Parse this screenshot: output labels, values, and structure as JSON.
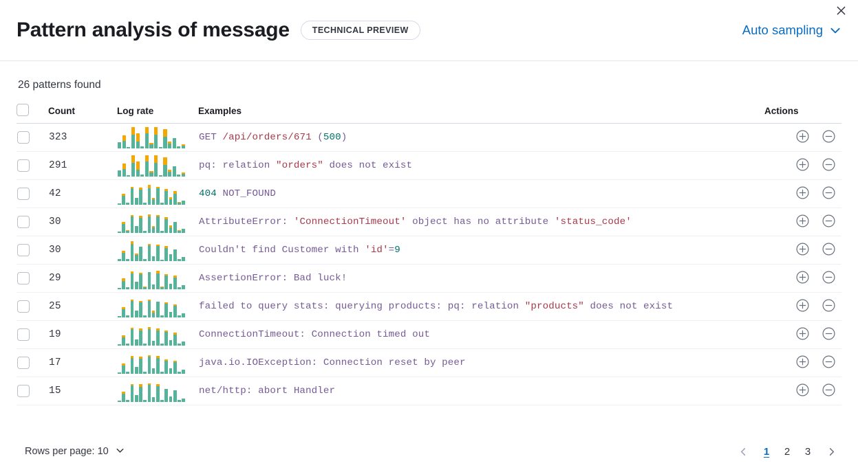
{
  "header": {
    "title": "Pattern analysis of message",
    "badge": "TECHNICAL PREVIEW",
    "sampling_label": "Auto sampling",
    "sampling_icon": "chevron-down-icon",
    "close_icon": "close-icon"
  },
  "summary": {
    "patterns_found": "26 patterns found"
  },
  "table": {
    "columns": {
      "select": "",
      "count": "Count",
      "log_rate": "Log rate",
      "examples": "Examples",
      "actions": "Actions"
    },
    "action_icons": {
      "filter_for": "circle-plus-icon",
      "filter_out": "circle-minus-icon"
    },
    "rows": [
      {
        "count": "323",
        "example_plain": "GET /api/orders/671 (500)",
        "example_tokens": [
          {
            "t": "GET ",
            "c": "key"
          },
          {
            "t": "/api/orders/671",
            "c": "str"
          },
          {
            "t": " (",
            "c": "key"
          },
          {
            "t": "500",
            "c": "num"
          },
          {
            "t": ")",
            "c": "key"
          }
        ],
        "spark": [
          {
            "b": 28,
            "t": 0
          },
          {
            "b": 34,
            "t": 26
          },
          {
            "b": 6,
            "t": 0
          },
          {
            "b": 62,
            "t": 36
          },
          {
            "b": 30,
            "t": 38
          },
          {
            "b": 8,
            "t": 0
          },
          {
            "b": 68,
            "t": 30
          },
          {
            "b": 18,
            "t": 8
          },
          {
            "b": 64,
            "t": 34
          },
          {
            "b": 6,
            "t": 0
          },
          {
            "b": 52,
            "t": 36
          },
          {
            "b": 22,
            "t": 10
          },
          {
            "b": 46,
            "t": 0
          },
          {
            "b": 10,
            "t": 0
          },
          {
            "b": 14,
            "t": 6
          }
        ]
      },
      {
        "count": "291",
        "example_plain": "pq: relation \"orders\" does not exist",
        "example_tokens": [
          {
            "t": "pq: relation ",
            "c": "key"
          },
          {
            "t": "\"orders\"",
            "c": "str"
          },
          {
            "t": " does not exist",
            "c": "key"
          }
        ],
        "spark": [
          {
            "b": 28,
            "t": 0
          },
          {
            "b": 34,
            "t": 26
          },
          {
            "b": 6,
            "t": 0
          },
          {
            "b": 62,
            "t": 36
          },
          {
            "b": 30,
            "t": 38
          },
          {
            "b": 8,
            "t": 0
          },
          {
            "b": 68,
            "t": 30
          },
          {
            "b": 18,
            "t": 8
          },
          {
            "b": 64,
            "t": 34
          },
          {
            "b": 6,
            "t": 0
          },
          {
            "b": 52,
            "t": 36
          },
          {
            "b": 22,
            "t": 10
          },
          {
            "b": 46,
            "t": 0
          },
          {
            "b": 10,
            "t": 0
          },
          {
            "b": 14,
            "t": 6
          }
        ]
      },
      {
        "count": "42",
        "example_plain": "404 NOT_FOUND",
        "example_tokens": [
          {
            "t": "404",
            "c": "num"
          },
          {
            "t": " NOT_FOUND",
            "c": "key"
          }
        ],
        "spark": [
          {
            "b": 6,
            "t": 0
          },
          {
            "b": 40,
            "t": 10
          },
          {
            "b": 8,
            "t": 0
          },
          {
            "b": 74,
            "t": 8
          },
          {
            "b": 32,
            "t": 0
          },
          {
            "b": 70,
            "t": 8
          },
          {
            "b": 10,
            "t": 0
          },
          {
            "b": 76,
            "t": 14
          },
          {
            "b": 24,
            "t": 8
          },
          {
            "b": 74,
            "t": 8
          },
          {
            "b": 8,
            "t": 0
          },
          {
            "b": 64,
            "t": 8
          },
          {
            "b": 26,
            "t": 10
          },
          {
            "b": 50,
            "t": 12
          },
          {
            "b": 10,
            "t": 4
          },
          {
            "b": 18,
            "t": 0
          }
        ]
      },
      {
        "count": "30",
        "example_plain": "AttributeError: 'ConnectionTimeout' object has no attribute 'status_code'",
        "example_tokens": [
          {
            "t": "AttributeError: ",
            "c": "key"
          },
          {
            "t": "'ConnectionTimeout'",
            "c": "str"
          },
          {
            "t": " object has no attribute ",
            "c": "key"
          },
          {
            "t": "'status_code'",
            "c": "str"
          }
        ],
        "spark": [
          {
            "b": 6,
            "t": 0
          },
          {
            "b": 40,
            "t": 10
          },
          {
            "b": 8,
            "t": 4
          },
          {
            "b": 74,
            "t": 8
          },
          {
            "b": 32,
            "t": 0
          },
          {
            "b": 70,
            "t": 8
          },
          {
            "b": 10,
            "t": 0
          },
          {
            "b": 76,
            "t": 10
          },
          {
            "b": 24,
            "t": 8
          },
          {
            "b": 74,
            "t": 6
          },
          {
            "b": 8,
            "t": 0
          },
          {
            "b": 64,
            "t": 8
          },
          {
            "b": 26,
            "t": 10
          },
          {
            "b": 50,
            "t": 0
          },
          {
            "b": 10,
            "t": 4
          },
          {
            "b": 18,
            "t": 0
          }
        ]
      },
      {
        "count": "30",
        "example_plain": "Couldn't find Customer with 'id'=9",
        "example_tokens": [
          {
            "t": "Couldn't find Customer with ",
            "c": "key"
          },
          {
            "t": "'id'",
            "c": "str"
          },
          {
            "t": "=",
            "c": "key"
          },
          {
            "t": "9",
            "c": "num"
          }
        ],
        "spark": [
          {
            "b": 8,
            "t": 0
          },
          {
            "b": 36,
            "t": 12
          },
          {
            "b": 8,
            "t": 0
          },
          {
            "b": 78,
            "t": 12
          },
          {
            "b": 28,
            "t": 6
          },
          {
            "b": 66,
            "t": 0
          },
          {
            "b": 8,
            "t": 0
          },
          {
            "b": 72,
            "t": 6
          },
          {
            "b": 22,
            "t": 0
          },
          {
            "b": 70,
            "t": 6
          },
          {
            "b": 6,
            "t": 0
          },
          {
            "b": 60,
            "t": 10
          },
          {
            "b": 30,
            "t": 0
          },
          {
            "b": 52,
            "t": 0
          },
          {
            "b": 8,
            "t": 0
          },
          {
            "b": 18,
            "t": 0
          }
        ]
      },
      {
        "count": "29",
        "example_plain": "AssertionError: Bad luck!",
        "example_tokens": [
          {
            "t": "AssertionError: Bad luck!",
            "c": "key"
          }
        ],
        "spark": [
          {
            "b": 6,
            "t": 0
          },
          {
            "b": 38,
            "t": 12
          },
          {
            "b": 8,
            "t": 0
          },
          {
            "b": 72,
            "t": 10
          },
          {
            "b": 34,
            "t": 0
          },
          {
            "b": 68,
            "t": 8
          },
          {
            "b": 10,
            "t": 4
          },
          {
            "b": 78,
            "t": 0
          },
          {
            "b": 22,
            "t": 0
          },
          {
            "b": 72,
            "t": 12
          },
          {
            "b": 8,
            "t": 4
          },
          {
            "b": 62,
            "t": 8
          },
          {
            "b": 24,
            "t": 0
          },
          {
            "b": 54,
            "t": 8
          },
          {
            "b": 8,
            "t": 0
          },
          {
            "b": 18,
            "t": 0
          }
        ]
      },
      {
        "count": "25",
        "example_plain": "failed to query stats: querying products: pq: relation \"products\" does not exist",
        "example_tokens": [
          {
            "t": "failed to query stats: querying products: pq: relation ",
            "c": "key"
          },
          {
            "t": "\"products\"",
            "c": "str"
          },
          {
            "t": " does not exist",
            "c": "key"
          }
        ],
        "spark": [
          {
            "b": 6,
            "t": 0
          },
          {
            "b": 36,
            "t": 10
          },
          {
            "b": 8,
            "t": 0
          },
          {
            "b": 74,
            "t": 8
          },
          {
            "b": 30,
            "t": 0
          },
          {
            "b": 68,
            "t": 8
          },
          {
            "b": 10,
            "t": 0
          },
          {
            "b": 76,
            "t": 6
          },
          {
            "b": 22,
            "t": 8
          },
          {
            "b": 72,
            "t": 0
          },
          {
            "b": 8,
            "t": 0
          },
          {
            "b": 62,
            "t": 8
          },
          {
            "b": 26,
            "t": 0
          },
          {
            "b": 52,
            "t": 8
          },
          {
            "b": 8,
            "t": 0
          },
          {
            "b": 18,
            "t": 0
          }
        ]
      },
      {
        "count": "19",
        "example_plain": "ConnectionTimeout: Connection timed out",
        "example_tokens": [
          {
            "t": "ConnectionTimeout: Connection timed out",
            "c": "key"
          }
        ],
        "spark": [
          {
            "b": 6,
            "t": 0
          },
          {
            "b": 36,
            "t": 10
          },
          {
            "b": 8,
            "t": 0
          },
          {
            "b": 74,
            "t": 8
          },
          {
            "b": 28,
            "t": 0
          },
          {
            "b": 70,
            "t": 8
          },
          {
            "b": 10,
            "t": 0
          },
          {
            "b": 76,
            "t": 8
          },
          {
            "b": 22,
            "t": 0
          },
          {
            "b": 70,
            "t": 8
          },
          {
            "b": 8,
            "t": 0
          },
          {
            "b": 62,
            "t": 6
          },
          {
            "b": 26,
            "t": 0
          },
          {
            "b": 50,
            "t": 8
          },
          {
            "b": 8,
            "t": 0
          },
          {
            "b": 18,
            "t": 0
          }
        ]
      },
      {
        "count": "17",
        "example_plain": "java.io.IOException: Connection reset by peer",
        "example_tokens": [
          {
            "t": "java.io.IOException: Connection reset by peer",
            "c": "key"
          }
        ],
        "spark": [
          {
            "b": 6,
            "t": 0
          },
          {
            "b": 38,
            "t": 10
          },
          {
            "b": 8,
            "t": 0
          },
          {
            "b": 72,
            "t": 8
          },
          {
            "b": 30,
            "t": 0
          },
          {
            "b": 70,
            "t": 8
          },
          {
            "b": 10,
            "t": 0
          },
          {
            "b": 78,
            "t": 6
          },
          {
            "b": 24,
            "t": 0
          },
          {
            "b": 72,
            "t": 8
          },
          {
            "b": 8,
            "t": 0
          },
          {
            "b": 60,
            "t": 6
          },
          {
            "b": 26,
            "t": 0
          },
          {
            "b": 52,
            "t": 6
          },
          {
            "b": 8,
            "t": 0
          },
          {
            "b": 18,
            "t": 0
          }
        ]
      },
      {
        "count": "15",
        "example_plain": "net/http: abort Handler",
        "example_tokens": [
          {
            "t": "net/http: abort Handler",
            "c": "key"
          }
        ],
        "spark": [
          {
            "b": 6,
            "t": 0
          },
          {
            "b": 36,
            "t": 12
          },
          {
            "b": 8,
            "t": 0
          },
          {
            "b": 74,
            "t": 8
          },
          {
            "b": 30,
            "t": 0
          },
          {
            "b": 70,
            "t": 10
          },
          {
            "b": 10,
            "t": 0
          },
          {
            "b": 78,
            "t": 8
          },
          {
            "b": 22,
            "t": 0
          },
          {
            "b": 72,
            "t": 8
          },
          {
            "b": 8,
            "t": 0
          },
          {
            "b": 60,
            "t": 0
          },
          {
            "b": 26,
            "t": 0
          },
          {
            "b": 52,
            "t": 0
          },
          {
            "b": 8,
            "t": 0
          },
          {
            "b": 16,
            "t": 0
          }
        ]
      }
    ]
  },
  "footer": {
    "rows_per_page": "Rows per page: 10",
    "rows_per_page_icon": "chevron-down-icon",
    "prev_icon": "chevron-left-icon",
    "next_icon": "chevron-right-icon",
    "pages": [
      "1",
      "2",
      "3"
    ],
    "active_page": "1"
  },
  "colors": {
    "accent": "#0a6cbf",
    "spark_base": "#54b399",
    "spark_top": "#f5a700",
    "token_key": "#765b96",
    "token_str": "#a8384a",
    "token_num": "#00726b"
  }
}
